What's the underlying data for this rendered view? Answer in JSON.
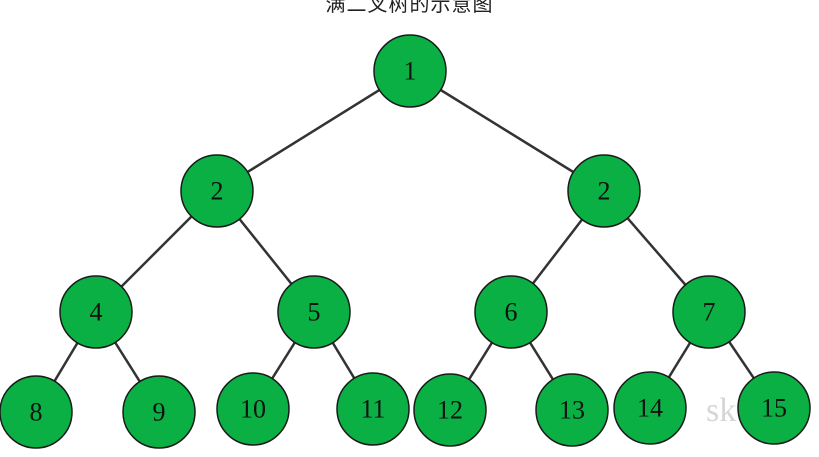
{
  "title": "满二叉树的示意图",
  "watermark": "sk",
  "colors": {
    "node_fill": "#0bb045",
    "node_stroke": "#1a1a1a",
    "edge": "#333333",
    "text": "#111111"
  },
  "tree": {
    "nodes": [
      {
        "id": "n1",
        "label": "1",
        "level": 0
      },
      {
        "id": "n2",
        "label": "2",
        "level": 1
      },
      {
        "id": "n3",
        "label": "2",
        "level": 1
      },
      {
        "id": "n4",
        "label": "4",
        "level": 2
      },
      {
        "id": "n5",
        "label": "5",
        "level": 2
      },
      {
        "id": "n6",
        "label": "6",
        "level": 2
      },
      {
        "id": "n7",
        "label": "7",
        "level": 2
      },
      {
        "id": "n8",
        "label": "8",
        "level": 3
      },
      {
        "id": "n9",
        "label": "9",
        "level": 3
      },
      {
        "id": "n10",
        "label": "10",
        "level": 3
      },
      {
        "id": "n11",
        "label": "11",
        "level": 3
      },
      {
        "id": "n12",
        "label": "12",
        "level": 3
      },
      {
        "id": "n13",
        "label": "13",
        "level": 3
      },
      {
        "id": "n14",
        "label": "14",
        "level": 3
      },
      {
        "id": "n15",
        "label": "15",
        "level": 3
      }
    ],
    "edges": [
      [
        "n1",
        "n2"
      ],
      [
        "n1",
        "n3"
      ],
      [
        "n2",
        "n4"
      ],
      [
        "n2",
        "n5"
      ],
      [
        "n3",
        "n6"
      ],
      [
        "n3",
        "n7"
      ],
      [
        "n4",
        "n8"
      ],
      [
        "n4",
        "n9"
      ],
      [
        "n5",
        "n10"
      ],
      [
        "n5",
        "n11"
      ],
      [
        "n6",
        "n12"
      ],
      [
        "n6",
        "n13"
      ],
      [
        "n7",
        "n14"
      ],
      [
        "n7",
        "n15"
      ]
    ]
  }
}
